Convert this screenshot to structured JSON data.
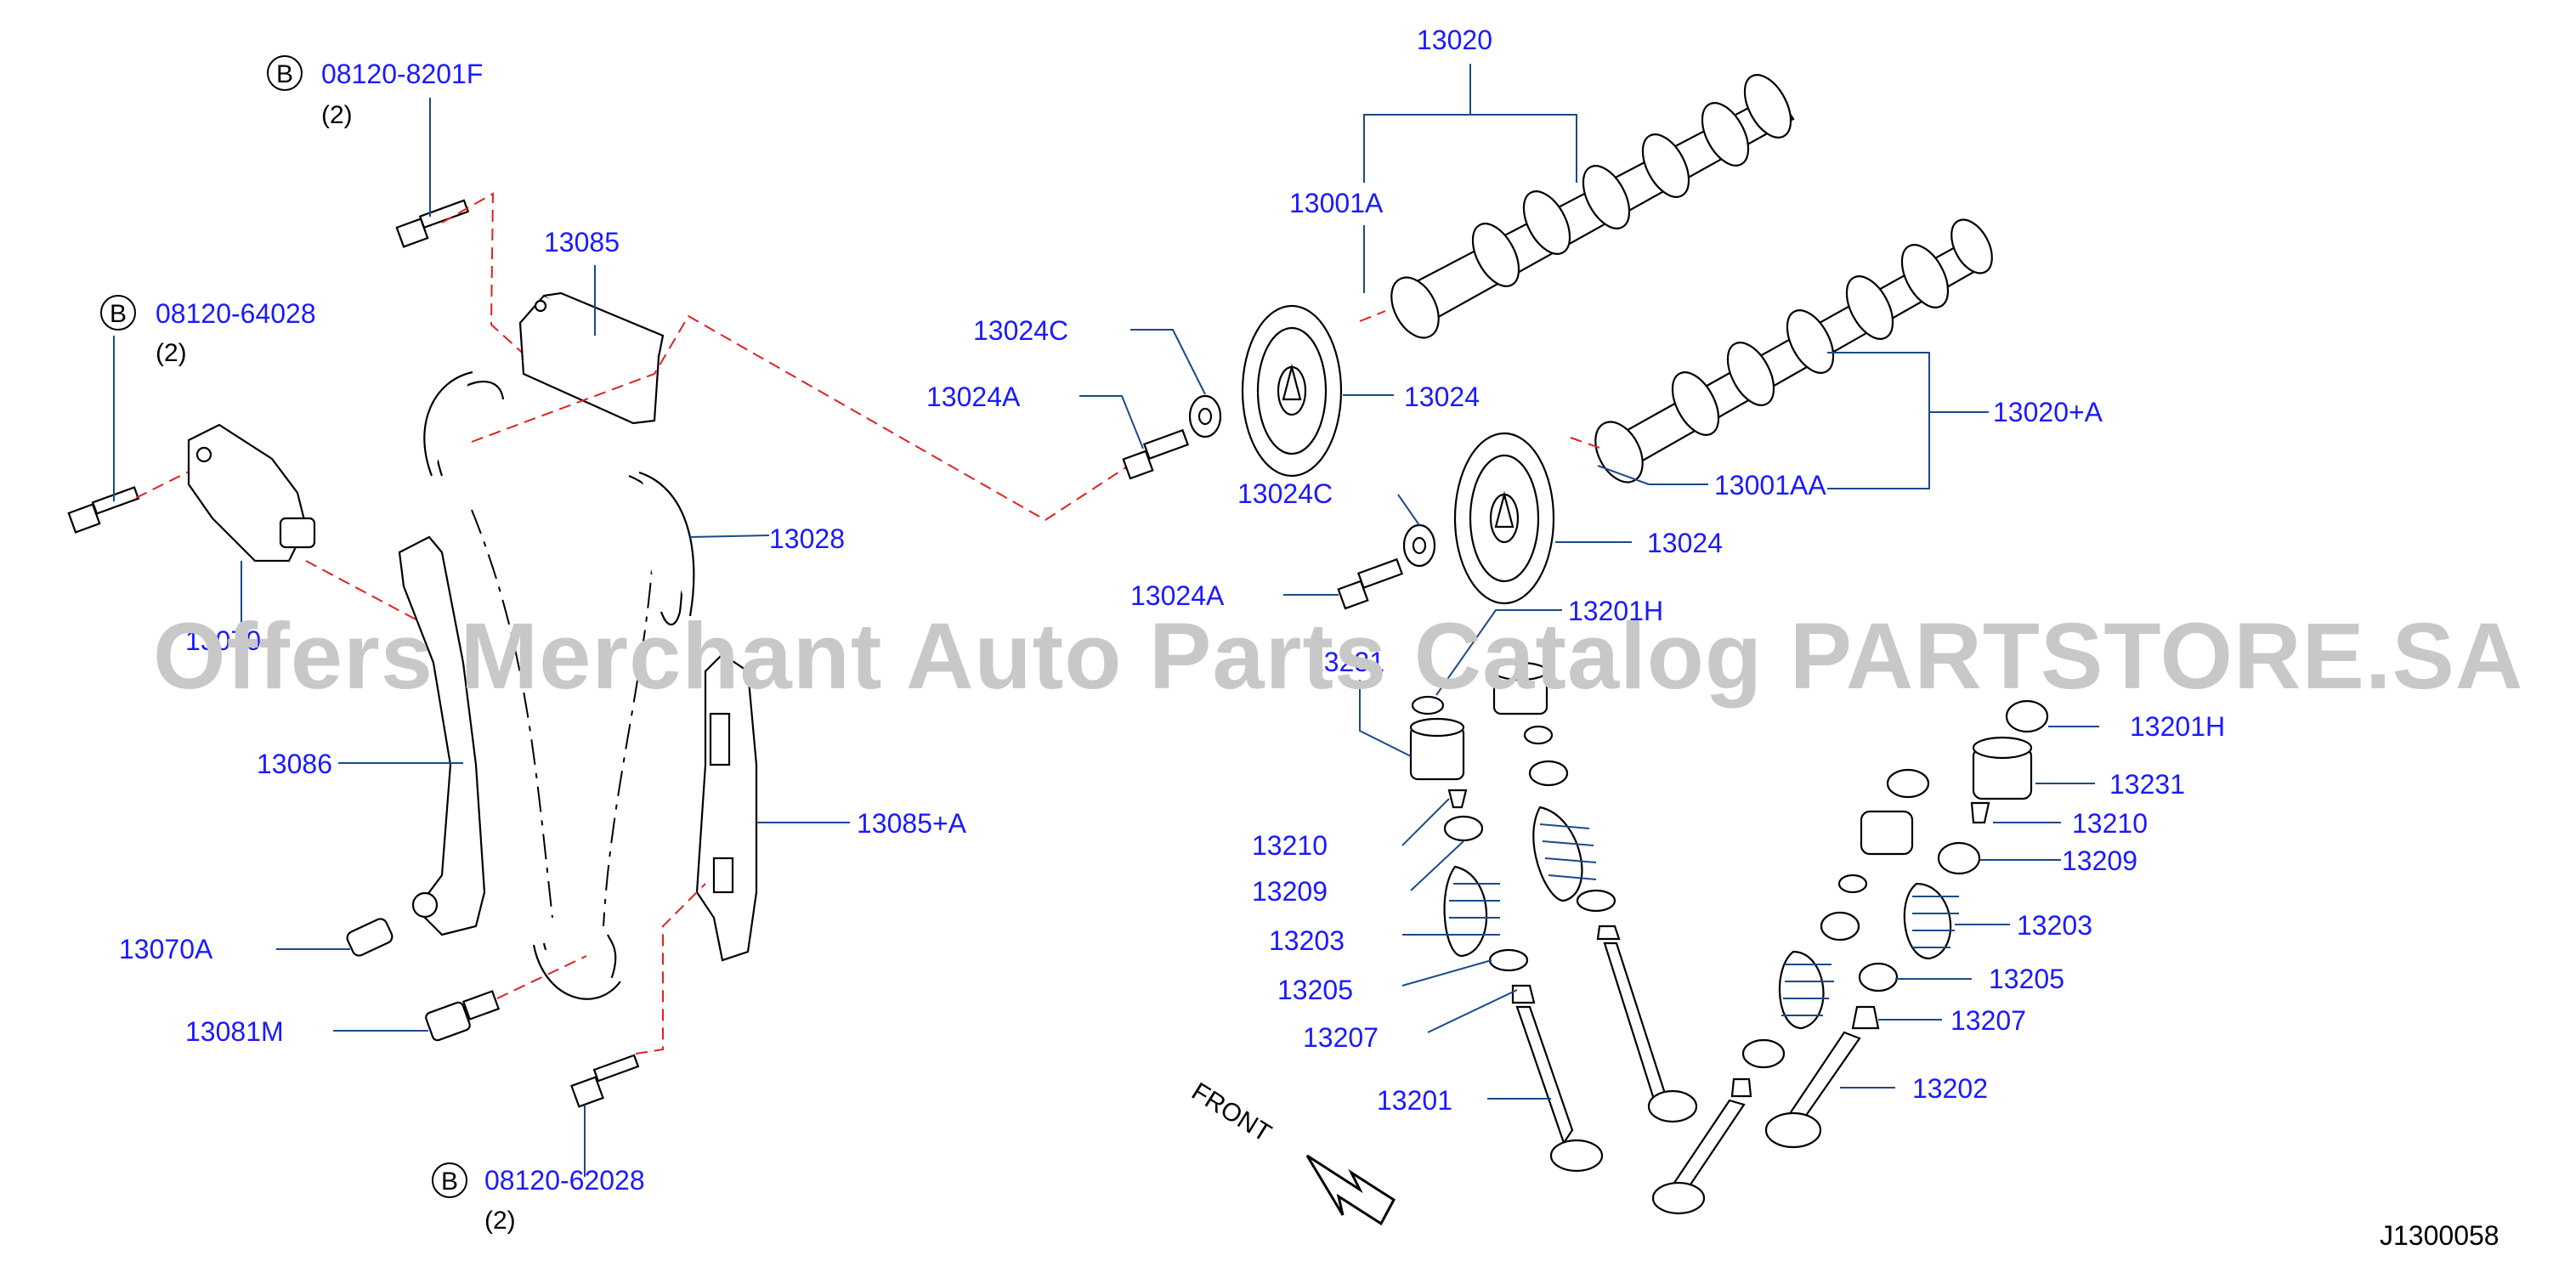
{
  "watermark": "Offers Merchant Auto Parts Catalog PARTSTORE.SA",
  "reference_code": "J1300058",
  "front_label": "FRONT",
  "bolt_callouts": [
    {
      "circle": "B",
      "part": "08120-8201F",
      "qty": "(2)"
    },
    {
      "circle": "B",
      "part": "08120-64028",
      "qty": "(2)"
    },
    {
      "circle": "B",
      "part": "08120-62028",
      "qty": "(2)"
    }
  ],
  "labels": {
    "l13020": "13020",
    "l13001A": "13001A",
    "l13024C_1": "13024C",
    "l13024A_1": "13024A",
    "l13024_1": "13024",
    "l13020A": "13020+A",
    "l13001AA": "13001AA",
    "l13024C_2": "13024C",
    "l13024_2": "13024",
    "l13024A_2": "13024A",
    "l13201H_1": "13201H",
    "l13231_1": "13231",
    "l13085": "13085",
    "l13028": "13028",
    "l13070": "13070",
    "l13086": "13086",
    "l13085A": "13085+A",
    "l13070A": "13070A",
    "l13081M": "13081M",
    "l13210_1": "13210",
    "l13209_1": "13209",
    "l13203_1": "13203",
    "l13205_1": "13205",
    "l13207_1": "13207",
    "l13201": "13201",
    "l13201H_2": "13201H",
    "l13231_2": "13231",
    "l13210_2": "13210",
    "l13209_2": "13209",
    "l13203_2": "13203",
    "l13205_2": "13205",
    "l13207_2": "13207",
    "l13202": "13202"
  }
}
